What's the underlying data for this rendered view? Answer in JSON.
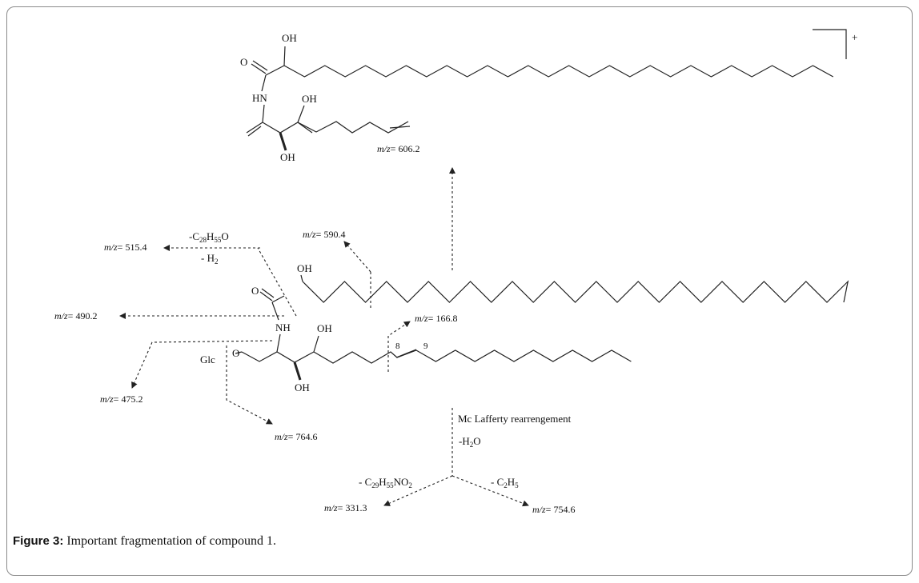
{
  "figure": {
    "caption_label": "Figure 3:",
    "caption_text": " Important fragmentation of compound 1."
  },
  "top_fragment": {
    "charge": "+",
    "oh_alpha": "OH",
    "o": "O",
    "hn": "HN",
    "oh_upper": "OH",
    "oh_lower": "OH",
    "mz_label": "m/z",
    "mz_value": "= 606.2"
  },
  "parent": {
    "oh_alpha": "OH",
    "o": "O",
    "nh": "NH",
    "oh_upper": "OH",
    "oh_lower": "OH",
    "glc": "Glc",
    "o_glc": "O",
    "c8": "8",
    "c9": "9"
  },
  "fragments": [
    {
      "id": "f515",
      "mz_label": "m/z",
      "value": "= 515.4"
    },
    {
      "id": "f590",
      "mz_label": "m/z",
      "value": "= 590.4"
    },
    {
      "id": "f490",
      "mz_label": "m/z",
      "value": "= 490.2"
    },
    {
      "id": "f166",
      "mz_label": "m/z",
      "value": "= 166.8"
    },
    {
      "id": "f475",
      "mz_label": "m/z",
      "value": "= 475.2"
    },
    {
      "id": "f764",
      "mz_label": "m/z",
      "value": "= 764.6"
    },
    {
      "id": "f331",
      "mz_label": "m/z",
      "value": "= 331.3"
    },
    {
      "id": "f754",
      "mz_label": "m/z",
      "value": "= 754.6"
    }
  ],
  "losses": {
    "c28_base": "-C",
    "c28_sub1": "28",
    "c28_mid": "H",
    "c28_sub2": "55",
    "c28_end": "O",
    "h2_base": "- H",
    "h2_sub": "2",
    "mclafferty": "Mc Lafferty rearrengement",
    "h2o_base": "-H",
    "h2o_sub": "2",
    "h2o_end": "O",
    "c29_base": "- C",
    "c29_sub1": "29",
    "c29_mid": "H",
    "c29_sub2": "55",
    "c29_end": "NO",
    "c29_sub3": "2",
    "c2h5_base": "- C",
    "c2h5_sub1": "2",
    "c2h5_mid": "H",
    "c2h5_sub2": "5"
  }
}
